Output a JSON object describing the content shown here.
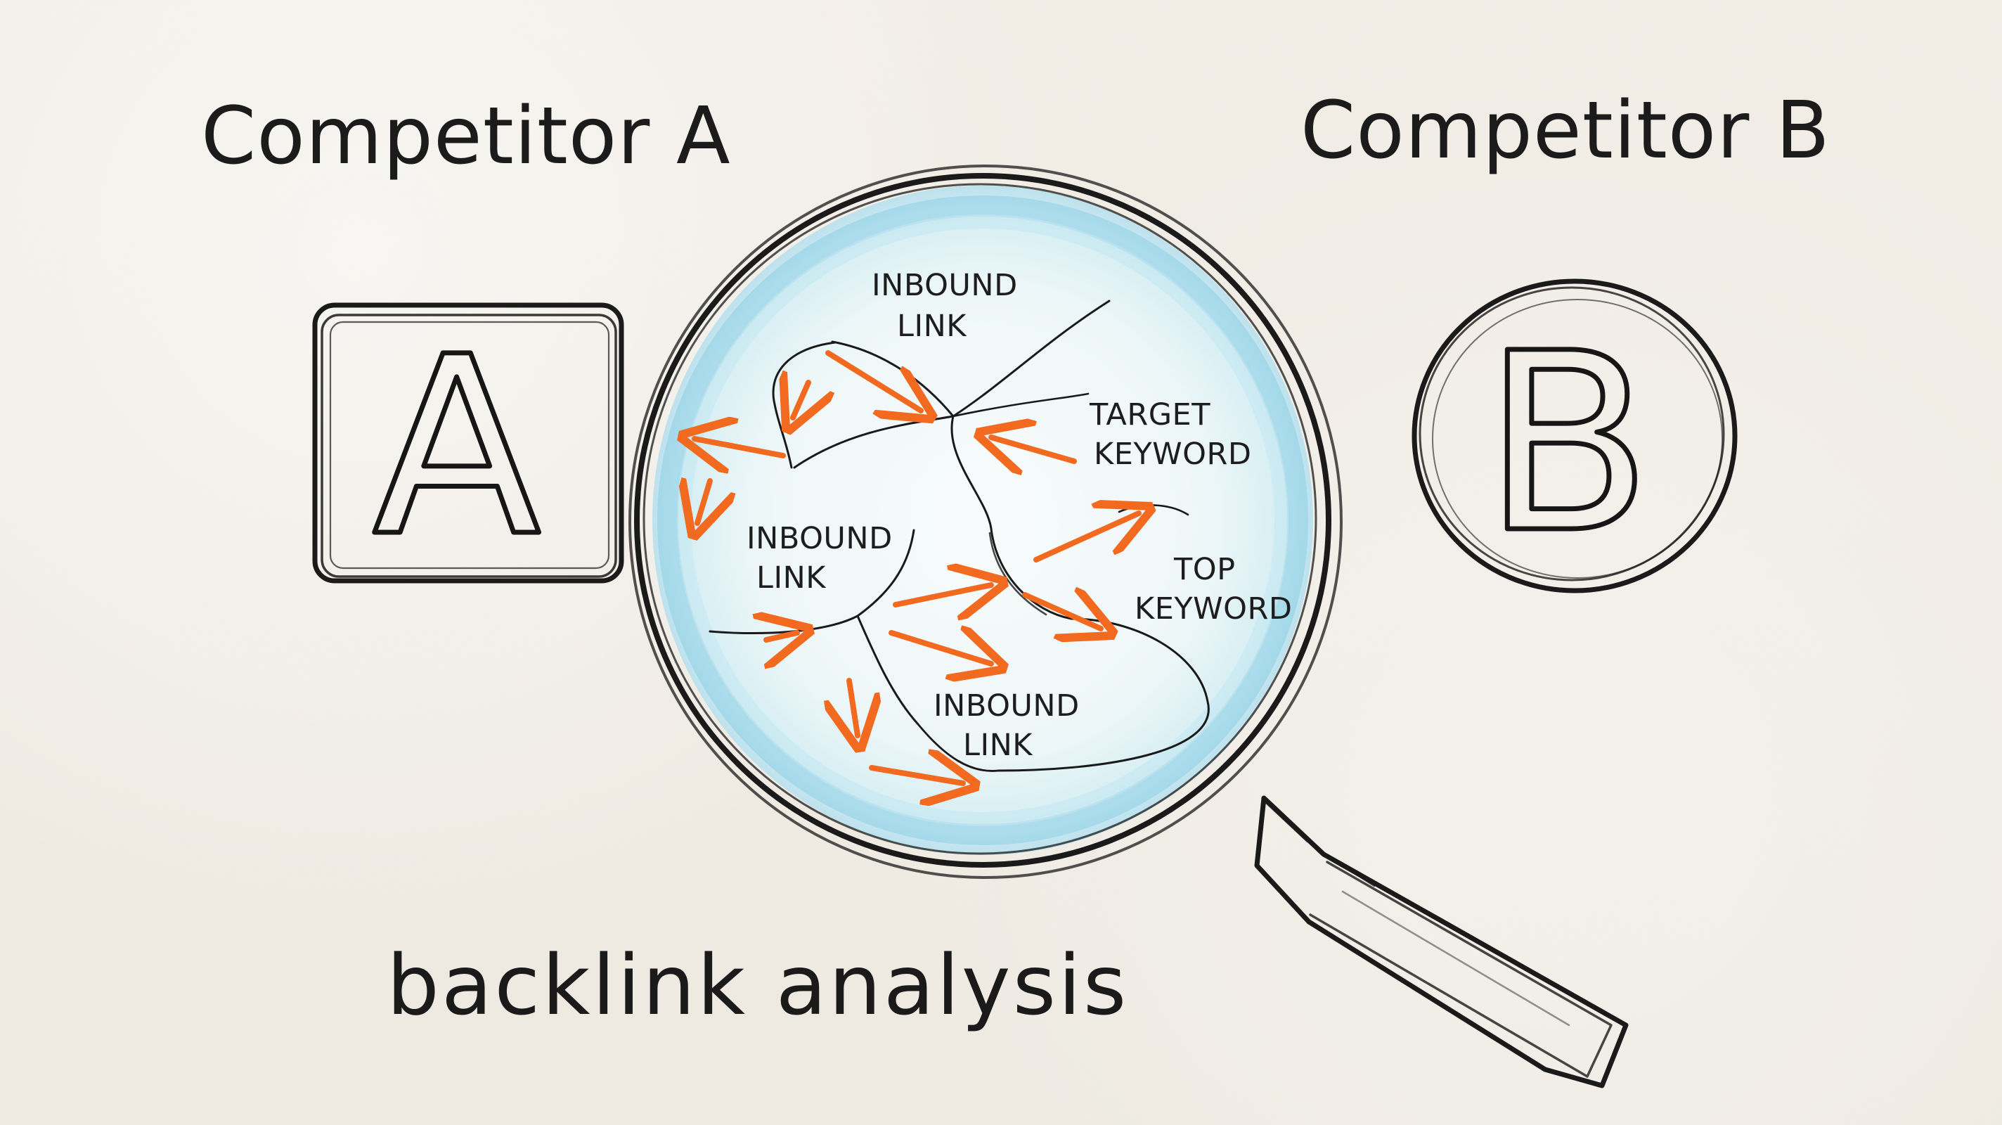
{
  "labels": {
    "competitor_a": "Competitor A",
    "competitor_b": "Competitor B",
    "box_a": "A",
    "circle_b": "B",
    "caption": "backlink analysis"
  },
  "lens_labels": [
    {
      "line1": "INBOUND",
      "line2": "LINK"
    },
    {
      "line1": "TARGET",
      "line2": "KEYWORD"
    },
    {
      "line1": "INBOUND",
      "line2": "LINK"
    },
    {
      "line1": "TOP",
      "line2": "KEYWORD"
    },
    {
      "line1": "INBOUND",
      "line2": "LINK"
    }
  ],
  "colors": {
    "ink": "#1a1a1a",
    "arrow": "#f26a20",
    "lens_blue": "#9fd3e8",
    "paper": "#f1ede4"
  }
}
